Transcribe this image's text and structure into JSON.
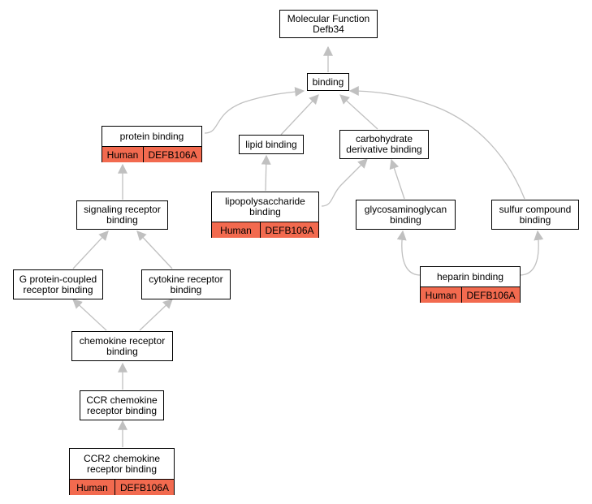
{
  "colors": {
    "annotation_fill": "#f26a4f",
    "edge": "#c0c0c0"
  },
  "nodes": {
    "root": {
      "line1": "Molecular Function",
      "line2": "Defb34"
    },
    "binding": {
      "line1": "binding"
    },
    "protein": {
      "line1": "protein binding",
      "species": "Human",
      "gene": "DEFB106A"
    },
    "lipid": {
      "line1": "lipid binding"
    },
    "carb": {
      "line1": "carbohydrate",
      "line2": "derivative binding"
    },
    "lps": {
      "line1": "lipopolysaccharide",
      "line2": "binding",
      "species": "Human",
      "gene": "DEFB106A"
    },
    "signaling": {
      "line1": "signaling receptor",
      "line2": "binding"
    },
    "gag": {
      "line1": "glycosaminoglycan",
      "line2": "binding"
    },
    "sulfur": {
      "line1": "sulfur compound",
      "line2": "binding"
    },
    "gpcr": {
      "line1": "G protein-coupled",
      "line2": "receptor binding"
    },
    "cytokine": {
      "line1": "cytokine receptor",
      "line2": "binding"
    },
    "heparin": {
      "line1": "heparin binding",
      "species": "Human",
      "gene": "DEFB106A"
    },
    "chemokine": {
      "line1": "chemokine receptor",
      "line2": "binding"
    },
    "ccr": {
      "line1": "CCR chemokine",
      "line2": "receptor binding"
    },
    "ccr2": {
      "line1": "CCR2 chemokine",
      "line2": "receptor binding",
      "species": "Human",
      "gene": "DEFB106A"
    }
  }
}
